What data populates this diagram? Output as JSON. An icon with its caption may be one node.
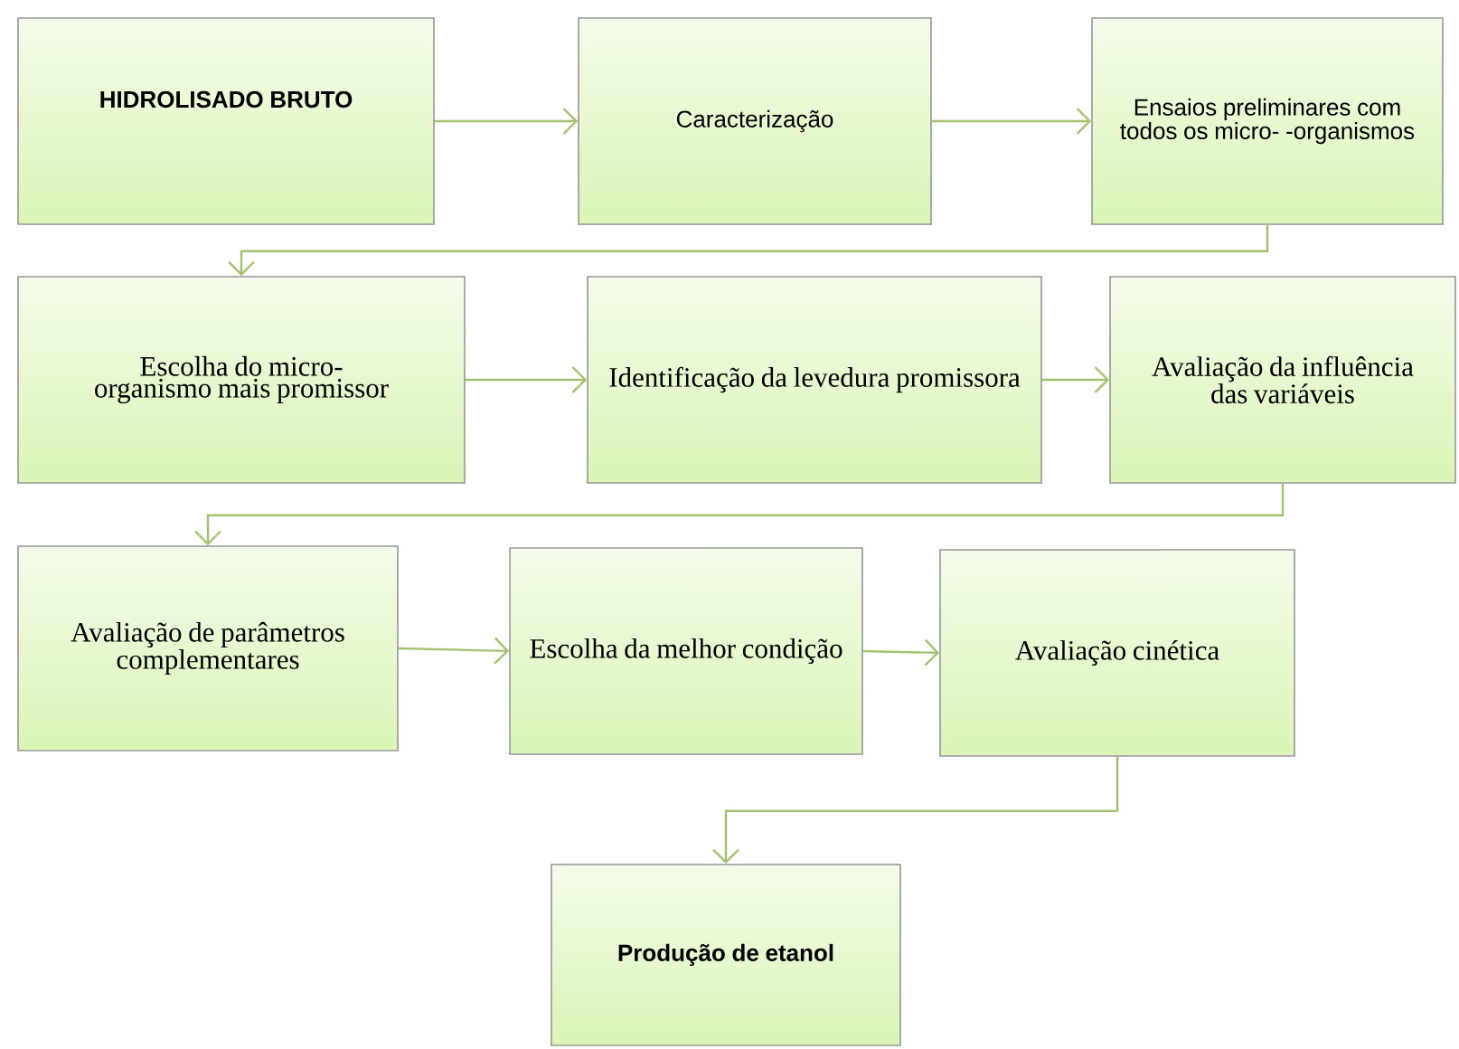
{
  "diagram": {
    "nodes": [
      {
        "text": [
          "HIDROLISADO BRUTO"
        ]
      },
      {
        "text": [
          "Caracterização"
        ]
      },
      {
        "text": [
          "Ensaios preliminares com todos os micro- -organismos"
        ]
      },
      {
        "text": [
          "Escolha do micro- organismo mais promissor"
        ]
      },
      {
        "text": [
          "Identificação da levedura promissora"
        ]
      },
      {
        "text": [
          "Avaliação da influência das variáveis"
        ]
      },
      {
        "text": [
          "Avaliação de parâmetros complementares"
        ]
      },
      {
        "text": [
          "Escolha da melhor condição"
        ]
      },
      {
        "text": [
          "Avaliação cinética"
        ]
      },
      {
        "text": [
          "Produção de etanol"
        ]
      }
    ],
    "edges": [
      {
        "from": 0,
        "to": 1,
        "arrow": "to"
      },
      {
        "from": 1,
        "to": 2,
        "arrow": "to"
      },
      {
        "from": 2,
        "to": 3,
        "arrow": "to"
      },
      {
        "from": 3,
        "to": 4,
        "arrow": "to"
      },
      {
        "from": 4,
        "to": 5,
        "arrow": "to"
      },
      {
        "from": 5,
        "to": 6,
        "arrow": "to"
      },
      {
        "from": 6,
        "to": 7,
        "arrow": "to"
      },
      {
        "from": 7,
        "to": 8,
        "arrow": "to"
      },
      {
        "from": 8,
        "to": 9,
        "arrow": "to"
      }
    ]
  }
}
